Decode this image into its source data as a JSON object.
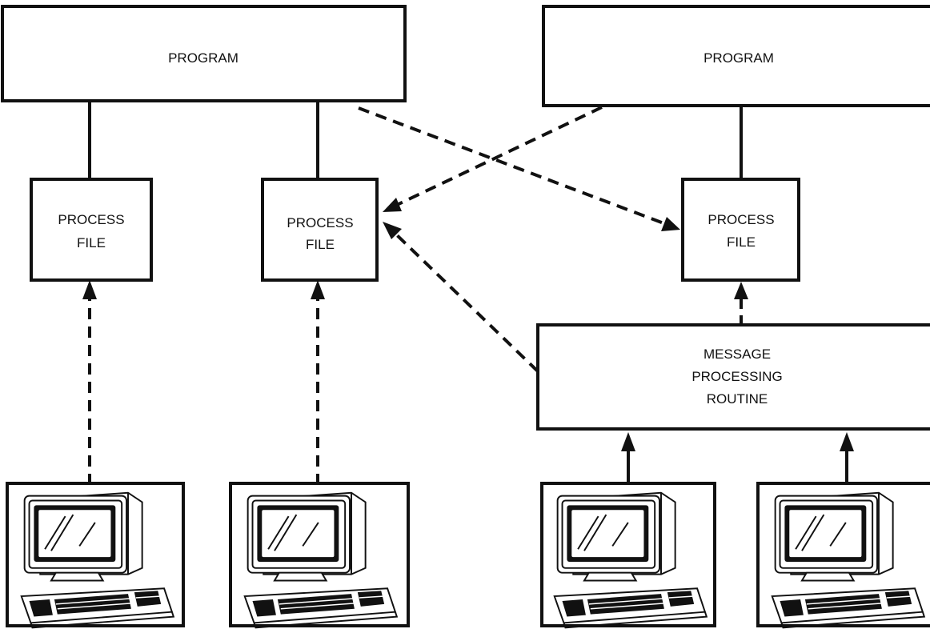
{
  "program_left": {
    "label": "PROGRAM"
  },
  "program_right": {
    "label": "PROGRAM"
  },
  "process_file_1": {
    "line1": "PROCESS",
    "line2": "FILE"
  },
  "process_file_2": {
    "line1": "PROCESS",
    "line2": "FILE"
  },
  "process_file_3": {
    "line1": "PROCESS",
    "line2": "FILE"
  },
  "message_routine": {
    "line1": "MESSAGE",
    "line2": "PROCESSING",
    "line3": "ROUTINE"
  },
  "terminals": [
    {
      "icon": "computer-terminal-icon"
    },
    {
      "icon": "computer-terminal-icon"
    },
    {
      "icon": "computer-terminal-icon"
    },
    {
      "icon": "computer-terminal-icon"
    }
  ],
  "colors": {
    "ink": "#111111",
    "background": "#ffffff"
  }
}
